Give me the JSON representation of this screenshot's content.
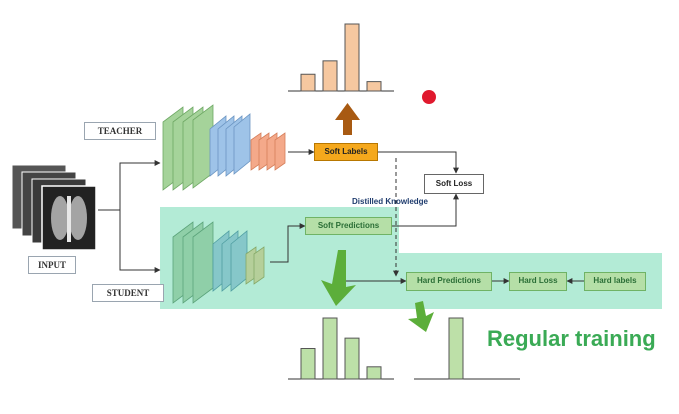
{
  "labels": {
    "teacher": "TEACHER",
    "student": "STUDENT",
    "input": "INPUT"
  },
  "boxes": {
    "soft_labels": "Soft Labels",
    "soft_loss": "Soft Loss",
    "soft_predictions": "Soft Predictions",
    "hard_predictions": "Hard Predictions",
    "hard_loss": "Hard Loss",
    "hard_labels": "Hard labels"
  },
  "captions": {
    "distilled_knowledge": "Distilled Knowledge",
    "regular_training": "Regular training"
  },
  "histograms": {
    "soft_labels": [
      0.25,
      0.45,
      1.0,
      0.14
    ],
    "soft_predictions": [
      0.5,
      1.0,
      0.67,
      0.2
    ],
    "hard_labels": [
      1.0
    ]
  },
  "colors": {
    "teacher_green": "#a5d39a",
    "teacher_blue": "#9ec3e8",
    "teacher_orange": "#f4a98a",
    "student_region": "#a6e8cf",
    "orange_arrow": "#a85a12",
    "green_arrow": "#5cae3a",
    "hist_orange": "#f6c8a0",
    "hist_green": "#bde0a8",
    "red_dot": "#e0192e"
  }
}
